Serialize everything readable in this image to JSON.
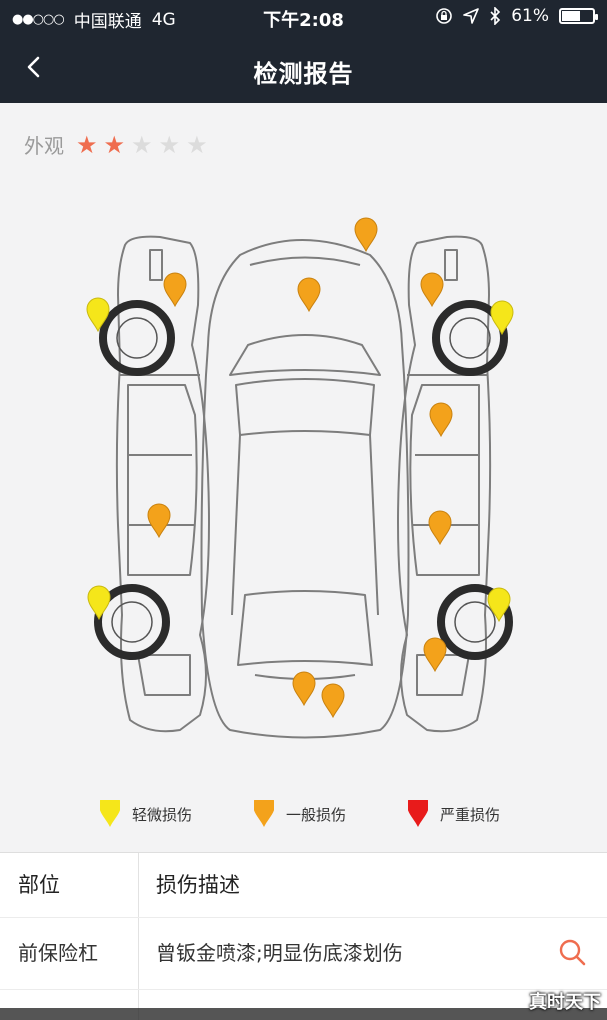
{
  "status_bar": {
    "signal": "●●○○○",
    "carrier": "中国联通",
    "network": "4G",
    "time": "下午2:08",
    "battery_percent": "61%",
    "battery_level": 0.61
  },
  "nav": {
    "title": "检测报告"
  },
  "rating": {
    "label": "外观",
    "stars_filled": 2,
    "stars_total": 5,
    "star_on_color": "#ef6d4f",
    "star_off_color": "#dcdcdc"
  },
  "legend": {
    "items": [
      {
        "label": "轻微损伤",
        "color": "#f5e61a"
      },
      {
        "label": "一般损伤",
        "color": "#f3a21b"
      },
      {
        "label": "严重损伤",
        "color": "#e81b1b"
      }
    ]
  },
  "table": {
    "headers": {
      "part": "部位",
      "description": "损伤描述"
    },
    "rows": [
      {
        "part": "前保险杠",
        "description": "曾钣金喷漆;明显伤底漆划伤"
      }
    ]
  },
  "watermark": "真时天下"
}
